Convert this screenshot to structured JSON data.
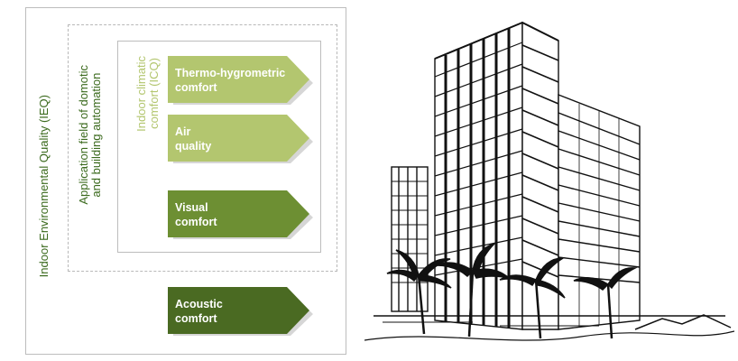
{
  "labels": {
    "ieq": "Indoor Environmental Quality (IEQ)",
    "application": "Application field of domotic\nand building automation",
    "icq": "Indoor climatic\ncomfort (ICQ)"
  },
  "arrows": [
    {
      "label": "Thermo-hygrometric\ncomfort",
      "color": "#b3c66f"
    },
    {
      "label": "Air\nquality",
      "color": "#b3c66f"
    },
    {
      "label": "Visual\ncomfort",
      "color": "#6d8f33"
    },
    {
      "label": "Acoustic\ncomfort",
      "color": "#4a6a22"
    }
  ],
  "colors": {
    "label_dark_green": "#3b6a1d",
    "label_light_green": "#b3c66f",
    "box_border": "#bdbdbd"
  }
}
